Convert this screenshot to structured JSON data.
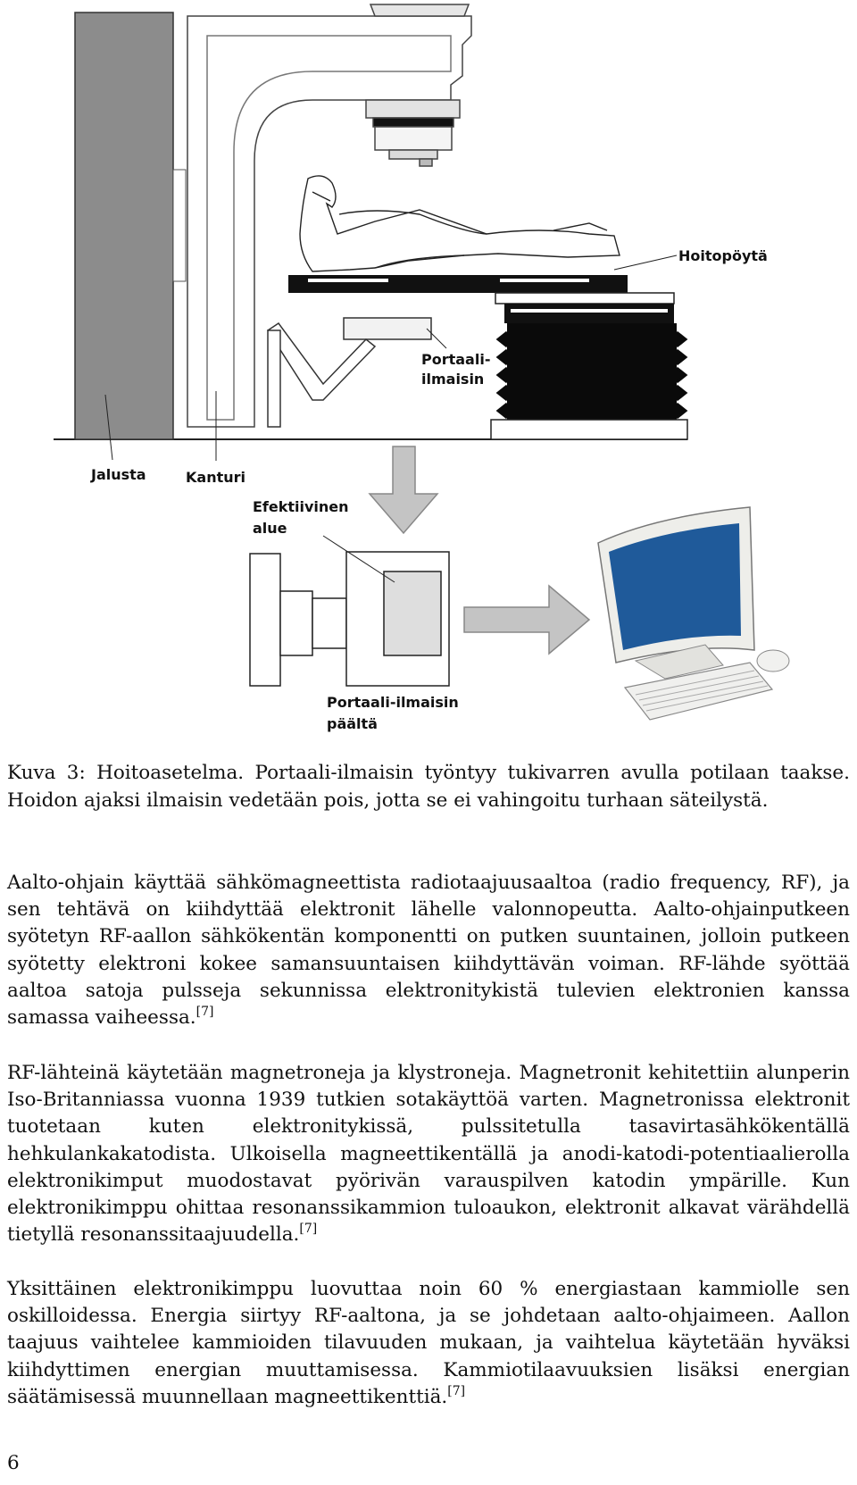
{
  "figure": {
    "labels": {
      "hoitopoyta": "Hoitopöytä",
      "portaali_1": "Portaali-",
      "portaali_2": "ilmaisin",
      "jalusta": "Jalusta",
      "kanturi": "Kanturi",
      "efektiivinen_1": "Efektiivinen",
      "efektiivinen_2": "alue",
      "paalta_1": "Portaali-ilmaisin",
      "paalta_2": "päältä"
    }
  },
  "caption": "Kuva 3: Hoitoasetelma. Portaali-ilmaisin työntyy tukivarren avulla potilaan taakse. Hoidon ajaksi ilmaisin vedetään pois, jotta se ei vahingoitu turhaan säteilystä.",
  "paragraphs": [
    {
      "text": "Aalto-ohjain käyttää sähkömagneettista radiotaajuusaaltoa (radio frequency, RF), ja sen tehtävä on kiihdyttää elektronit lähelle valonnopeutta. Aalto-ohjainputkeen syötetyn RF-aallon sähkökentän komponentti on putken suuntainen, jolloin putkeen syötetty elektroni kokee samansuuntaisen kiihdyttävän voiman. RF-lähde syöttää aaltoa satoja pulsseja sekunnissa elektronitykistä tulevien elektronien kanssa samassa vaiheessa.",
      "ref": "[7]"
    },
    {
      "text": "RF-lähteinä käytetään magnetroneja ja klystroneja. Magnetronit kehitettiin alunperin Iso-Britanniassa vuonna 1939 tutkien sotakäyttöä varten. Magnetronissa elektronit tuotetaan kuten elektronitykissä, pulssitetulla tasavirtasähkökentällä hehkulankakatodista. Ulkoisella magneettikentällä ja anodi-katodi-potentiaalierolla elektronikimput muodostavat pyörivän varauspilven katodin ympärille. Kun elektronikimppu ohittaa resonanssikammion tuloaukon, elektronit alkavat värähdellä tietyllä resonanssitaajuudella.",
      "ref": "[7]"
    },
    {
      "text": "Yksittäinen elektronikimppu luovuttaa noin 60 % energiastaan kammiolle sen oskilloidessa. Energia siirtyy RF-aaltona, ja se johdetaan aalto-ohjaimeen. Aallon taajuus vaihtelee kammioiden tilavuuden mukaan, ja vaihtelua käytetään hyväksi kiihdyttimen energian muuttamisessa. Kammiotilaavuuksien lisäksi energian säätämisessä muunnellaan magneettikenttiä.",
      "ref": "[7]"
    }
  ],
  "page_number": "6"
}
